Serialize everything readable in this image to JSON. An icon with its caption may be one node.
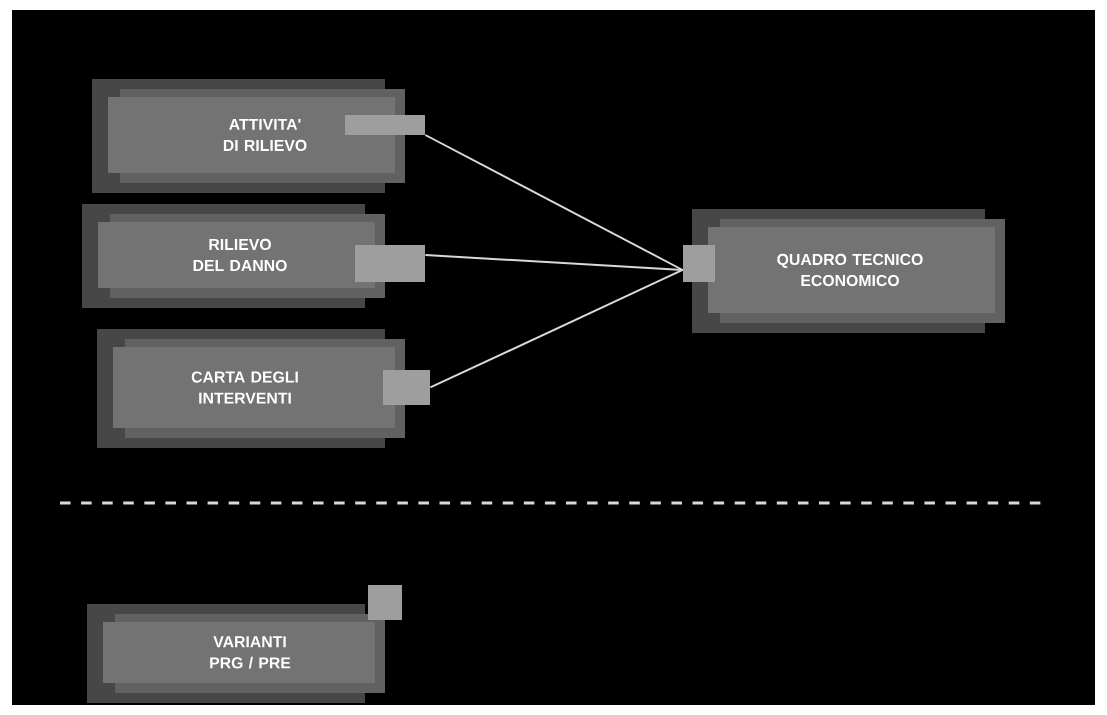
{
  "diagram": {
    "nodes": [
      {
        "text": [
          "ATTIVITA' DI RILIEVO"
        ]
      },
      {
        "text": [
          "RILIEVO DEL DANNO"
        ]
      },
      {
        "text": [
          "CARTA DEGLI INTERVENTI"
        ]
      },
      {
        "text": [
          "QUADRO TECNICO ECONOMICO"
        ]
      },
      {
        "text": [
          "VARIANTI PRG / PRE"
        ]
      }
    ],
    "edges": [
      {
        "from": 0,
        "to": 3,
        "arrow": "none"
      },
      {
        "from": 1,
        "to": 3,
        "arrow": "none"
      },
      {
        "from": 2,
        "to": 3,
        "arrow": "none"
      }
    ]
  }
}
